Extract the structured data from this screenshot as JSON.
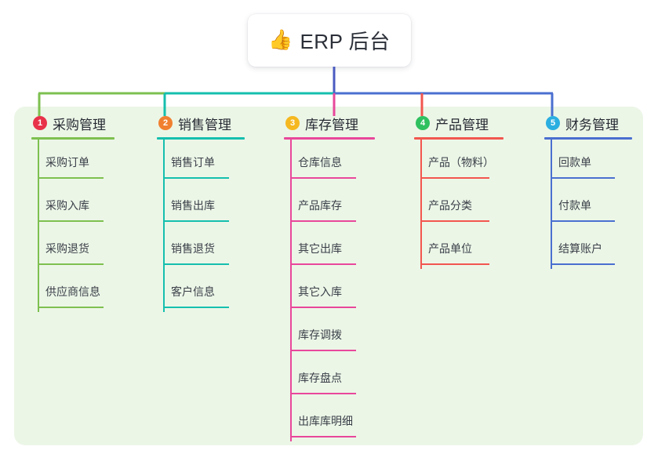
{
  "root": {
    "icon": "thumbs-up-icon",
    "emoji": "👍",
    "title": "ERP 后台"
  },
  "palette": {
    "panel_bg": "#ecf6e7",
    "stem": "#4a5bc0",
    "text": "#3a3f48",
    "heading_text": "#262a33"
  },
  "columns": [
    {
      "number": "1",
      "title": "采购管理",
      "line_color": "#7ec050",
      "badge_color": "#e8324a",
      "items": [
        "采购订单",
        "采购入库",
        "采购退货",
        "供应商信息"
      ]
    },
    {
      "number": "2",
      "title": "销售管理",
      "line_color": "#15bfae",
      "badge_color": "#f08030",
      "items": [
        "销售订单",
        "销售出库",
        "销售退货",
        "客户信息"
      ]
    },
    {
      "number": "3",
      "title": "库存管理",
      "line_color": "#e8479b",
      "badge_color": "#f5b820",
      "items": [
        "仓库信息",
        "产品库存",
        "其它出库",
        "其它入库",
        "库存调拨",
        "库存盘点",
        "出库库明细"
      ]
    },
    {
      "number": "4",
      "title": "产品管理",
      "line_color": "#f2564f",
      "badge_color": "#2fc060",
      "items": [
        "产品（物料）",
        "产品分类",
        "产品单位"
      ]
    },
    {
      "number": "5",
      "title": "财务管理",
      "line_color": "#4a6fd0",
      "badge_color": "#2baee0",
      "items": [
        "回款单",
        "付款单",
        "结算账户"
      ]
    }
  ]
}
